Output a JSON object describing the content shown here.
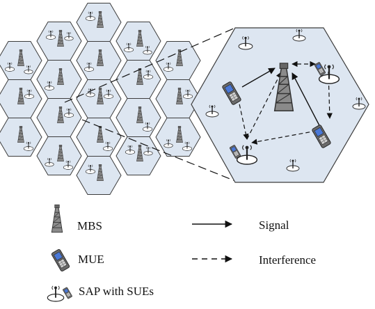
{
  "colors": {
    "cell_fill": "#dde6f1",
    "cell_stroke": "#3c3c3c",
    "tower": "#5a5a5a",
    "sap_base": "#ffffff",
    "phone_body": "#6a6a6a",
    "phone_screen": "#4a78d6"
  },
  "legend": {
    "mbs": "MBS",
    "mue": "MUE",
    "sap": "SAP with SUEs",
    "signal": "Signal",
    "interference": "Interference"
  }
}
